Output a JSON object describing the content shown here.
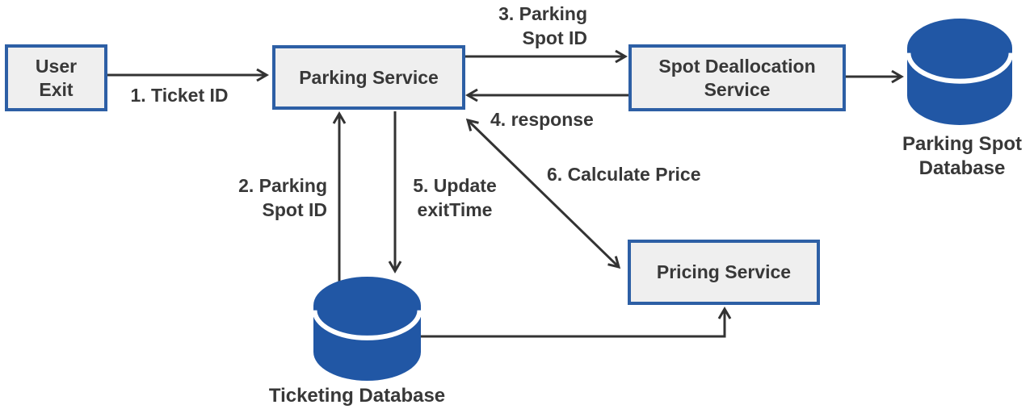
{
  "colors": {
    "node_fill": "#efefef",
    "node_border": "#2d5fa5",
    "database_blue": "#2157a5",
    "arrow": "#333333",
    "text": "#383838",
    "background": "#ffffff"
  },
  "nodes": {
    "user_exit": {
      "line1": "User",
      "line2": "Exit"
    },
    "parking_service": {
      "label": "Parking Service"
    },
    "spot_deallocation_service": {
      "line1": "Spot Deallocation",
      "line2": "Service"
    },
    "pricing_service": {
      "label": "Pricing Service"
    },
    "parking_spot_database": {
      "line1": "Parking Spot",
      "line2": "Database"
    },
    "ticketing_database": {
      "label": "Ticketing Database"
    }
  },
  "edge_labels": {
    "ticket_id": {
      "label": "1. Ticket ID"
    },
    "parking_spot_id_to_parking_service": {
      "line1": "2. Parking",
      "line2": "Spot ID"
    },
    "parking_spot_id_to_spot_deallocation": {
      "line1": "3. Parking",
      "line2": "Spot ID"
    },
    "response": {
      "label": "4. response"
    },
    "update_exit_time": {
      "line1": "5. Update",
      "line2": "exitTime"
    },
    "calculate_price": {
      "label": "6. Calculate Price"
    }
  }
}
